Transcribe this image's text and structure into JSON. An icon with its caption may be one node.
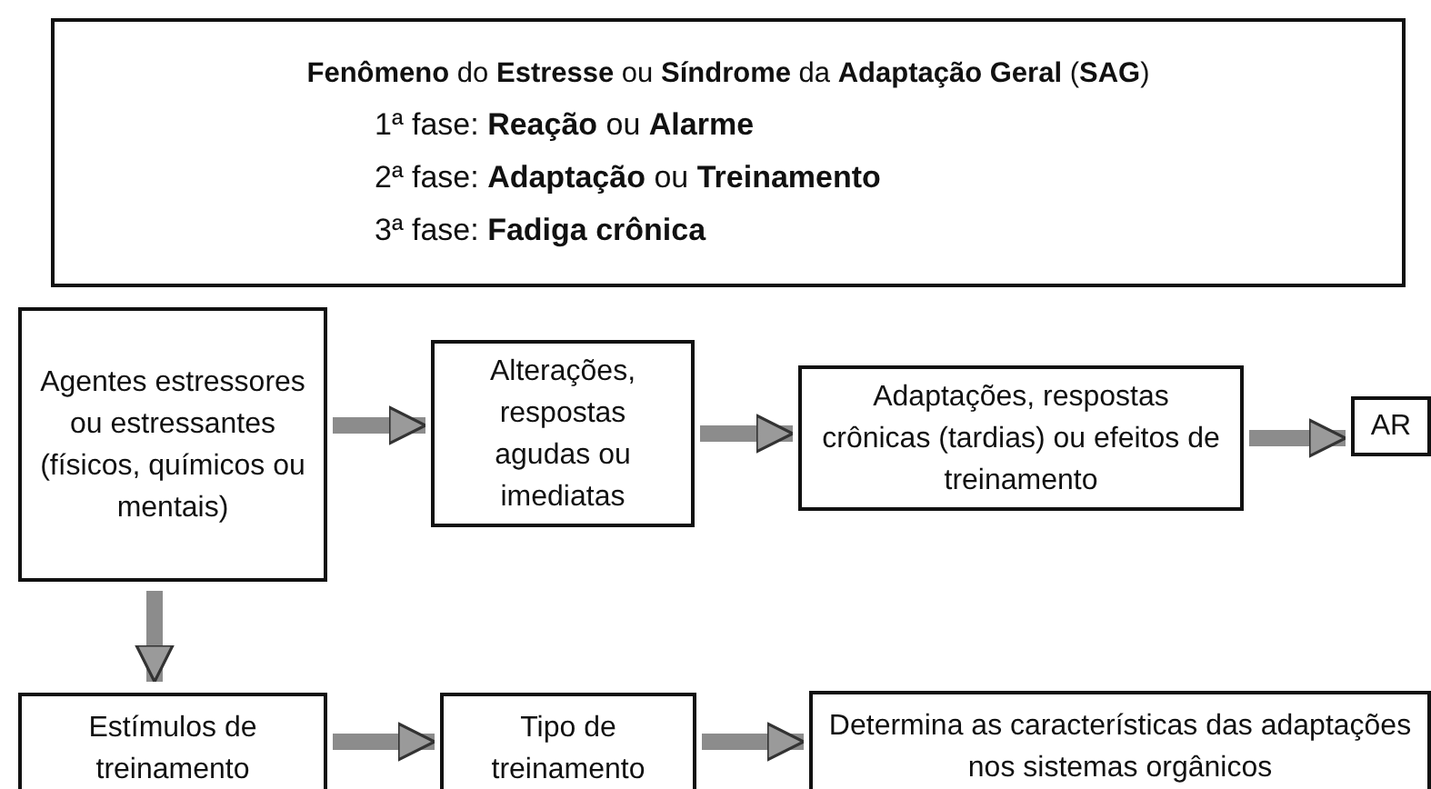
{
  "diagram": {
    "nodes": [
      {
        "text": [
          "**Fenômeno** do **Estresse** ou **Síndrome** da **Adaptação Geral** (**SAG**)",
          "1ª fase: **Reação** ou **Alarme**",
          "2ª fase: **Adaptação** ou **Treinamento**",
          "3ª fase: **Fadiga crônica**"
        ]
      },
      {
        "text": [
          "Agentes estressores ou estressantes (físicos, químicos ou mentais)"
        ]
      },
      {
        "text": [
          "Alterações, respostas agudas ou imediatas"
        ]
      },
      {
        "text": [
          "Adaptações, respostas crônicas (tardias) ou efeitos de treinamento"
        ]
      },
      {
        "text": [
          "AR"
        ]
      },
      {
        "text": [
          "Estímulos de treinamento"
        ]
      },
      {
        "text": [
          "Tipo de treinamento"
        ]
      },
      {
        "text": [
          "Determina as características das adaptações nos sistemas orgânicos"
        ]
      }
    ],
    "edges": [
      {
        "from": 1,
        "to": 2,
        "arrow": "to"
      },
      {
        "from": 2,
        "to": 3,
        "arrow": "to"
      },
      {
        "from": 3,
        "to": 4,
        "arrow": "to"
      },
      {
        "from": 1,
        "to": 5,
        "arrow": "to"
      },
      {
        "from": 5,
        "to": 6,
        "arrow": "to"
      },
      {
        "from": 6,
        "to": 7,
        "arrow": "to"
      }
    ]
  }
}
